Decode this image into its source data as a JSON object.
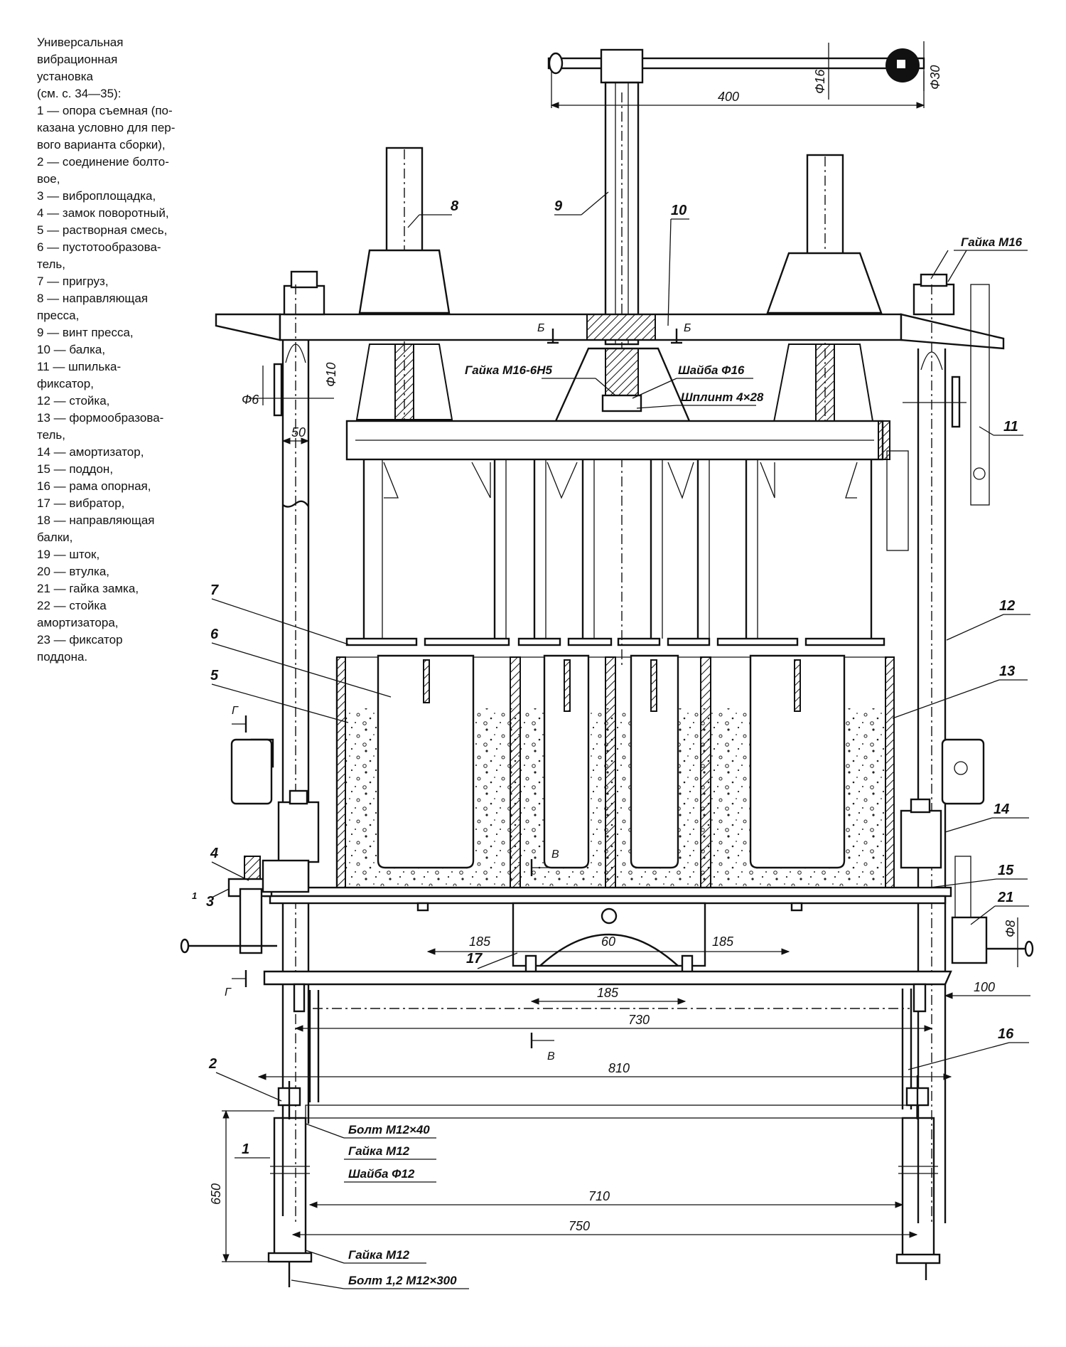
{
  "legend": {
    "title_lines": [
      "Универсальная",
      "вибрационная",
      "установка",
      "(см. с. 34—35):"
    ],
    "items": [
      "1 — опора съемная (по-",
      "казана условно для пер-",
      "вого варианта сборки),",
      "2 — соединение болто-",
      "вое,",
      "3 — виброплощадка,",
      "4 — замок поворотный,",
      "5 — растворная смесь,",
      "6 — пустотообразова-",
      "тель,",
      "7 — пригруз,",
      "8 — направляющая",
      "пресса,",
      "9 — винт пресса,",
      "10 — балка,",
      "11 — шпилька-",
      "фиксатор,",
      "12 — стойка,",
      "13 — формообразова-",
      "тель,",
      "14 — амортизатор,",
      "15 — поддон,",
      "16 — рама опорная,",
      "17 — вибратор,",
      "18 — направляющая",
      "балки,",
      "19 — шток,",
      "20 — втулка,",
      "21 — гайка замка,",
      "22 — стойка",
      "амортизатора,",
      "23 — фиксатор",
      "поддона."
    ]
  },
  "callouts": {
    "n1": "1",
    "n2": "2",
    "n3": "3",
    "n4": "4",
    "n5": "5",
    "n6": "6",
    "n7": "7",
    "n8": "8",
    "n9": "9",
    "n10": "10",
    "n11": "11",
    "n12": "12",
    "n13": "13",
    "n14": "14",
    "n15": "15",
    "n16": "16",
    "n17": "17",
    "n21": "21",
    "n_small1": "1"
  },
  "dimensions": {
    "d400": "400",
    "d16": "Ф16",
    "d30": "Ф30",
    "d10": "Ф10",
    "d6": "Ф6",
    "d50": "50",
    "d185a": "185",
    "d60": "60",
    "d185b": "185",
    "d185c": "185",
    "d730": "730",
    "d810": "810",
    "d710": "710",
    "d750": "750",
    "d650": "650",
    "d100": "100",
    "d8": "Ф8"
  },
  "notes": {
    "gaika_m16": "Гайка М16",
    "gaika_m16_6h5": "Гайка М16-6Н5",
    "shaiba_16": "Шайба Ф16",
    "shplint": "Шплинт 4×28",
    "bolt_m12_40": "Болт М12×40",
    "gaika_m12_a": "Гайка М12",
    "shaiba_12": "Шайба Ф12",
    "gaika_m12_b": "Гайка М12",
    "bolt_m12_300": "Болт 1,2 М12×300"
  },
  "sections": {
    "b1": "Б",
    "b2": "Б",
    "v1": "В",
    "v2": "В",
    "g1": "Г",
    "g2": "Г"
  }
}
